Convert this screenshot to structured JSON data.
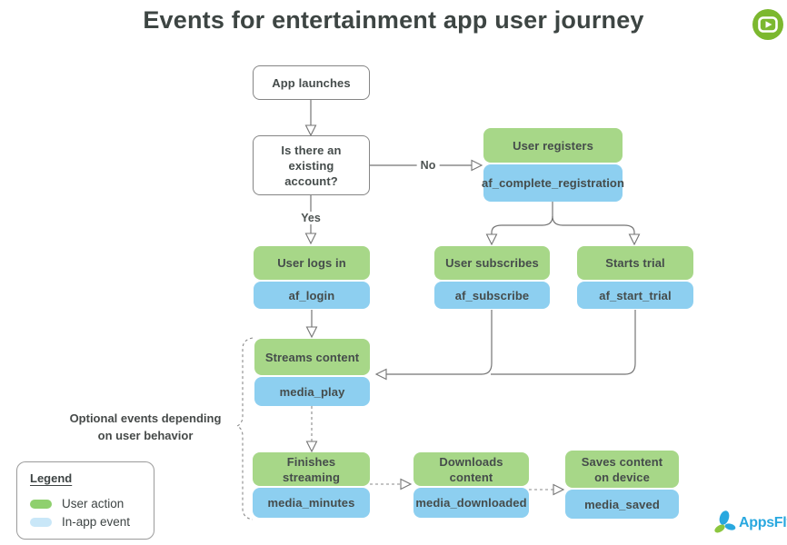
{
  "title": "Events for entertainment app user journey",
  "flow": {
    "app_launches": "App launches",
    "decision": "Is there an existing account?",
    "no_label": "No",
    "yes_label": "Yes"
  },
  "pairs": {
    "register": {
      "action": "User registers",
      "event": "af_complete_registration"
    },
    "login": {
      "action": "User logs in",
      "event": "af_login"
    },
    "subscribe": {
      "action": "User subscribes",
      "event": "af_subscribe"
    },
    "trial": {
      "action": "Starts trial",
      "event": "af_start_trial"
    },
    "stream": {
      "action": "Streams content",
      "event": "media_play"
    },
    "finish": {
      "action": "Finishes streaming",
      "event": "media_minutes"
    },
    "download": {
      "action": "Downloads content",
      "event": "media_downloaded"
    },
    "save": {
      "action": "Saves content on device",
      "event": "media_saved"
    }
  },
  "annotation": {
    "line1": "Optional events depending",
    "line2": "on user behavior"
  },
  "legend": {
    "title": "Legend",
    "items": [
      {
        "label": "User action",
        "color": "#8fd06e"
      },
      {
        "label": "In-app event",
        "color": "#c9e7f8"
      }
    ]
  },
  "logo": {
    "text": "AppsFlyer"
  },
  "icons": {
    "play": "play-icon",
    "logo_leaves": "appsflyer-leaves-icon"
  },
  "colors": {
    "action_green": "#a7d788",
    "event_blue": "#8dcff0",
    "play_badge_green": "#7cb82f",
    "logo_blue": "#29a8df",
    "logo_green": "#8cc63f",
    "line_gray": "#757575"
  }
}
